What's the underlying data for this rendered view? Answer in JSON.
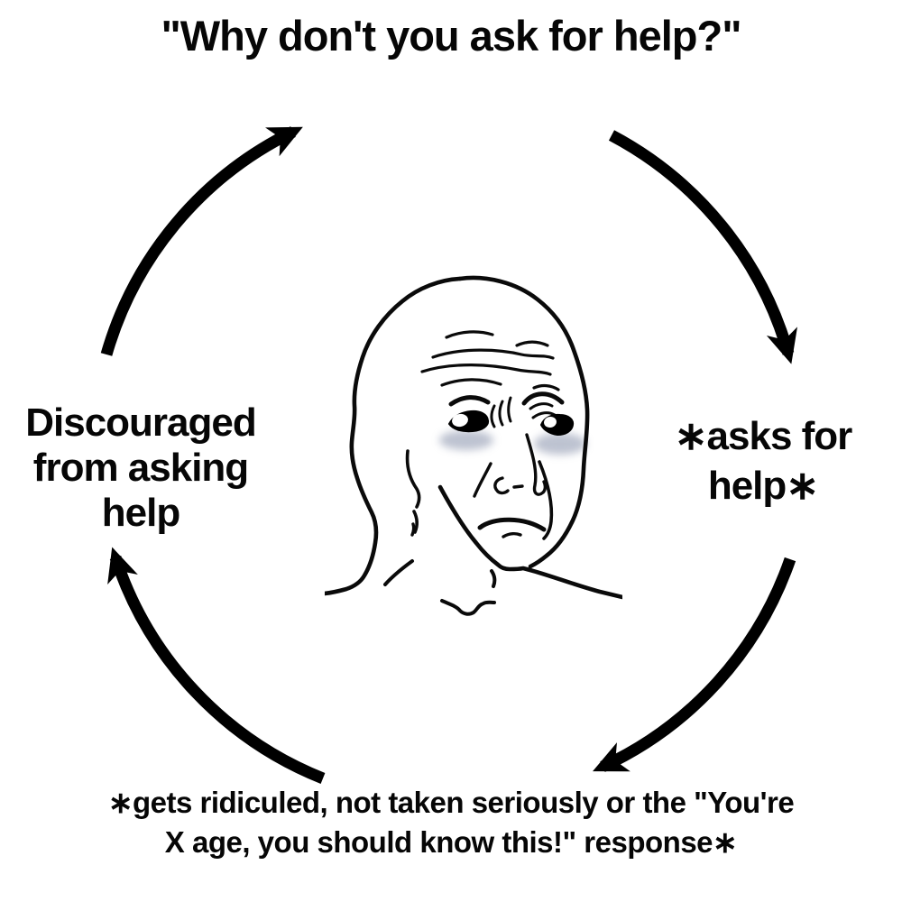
{
  "captions": {
    "top": "\"Why don't you ask for help?\"",
    "right_lines": [
      "∗asks for",
      "help∗"
    ],
    "left_lines": [
      "Discouraged",
      "from asking",
      "help"
    ],
    "bottom_lines": [
      "∗gets ridiculed, not taken seriously or the \"You're",
      "X age, you should know this!\" response∗"
    ]
  },
  "cycle": {
    "direction": "clockwise",
    "arrow_color": "#000000",
    "steps": [
      "asks for help",
      "gets ridiculed, not taken seriously or the \"You're X age, you should know this!\" response",
      "Discouraged from asking help",
      "\"Why don't you ask for help?\""
    ]
  },
  "figure": {
    "name": "sad-wojak",
    "ink": "#000000",
    "under_eye_shadow": "#7d87a3",
    "background": "#ffffff"
  }
}
